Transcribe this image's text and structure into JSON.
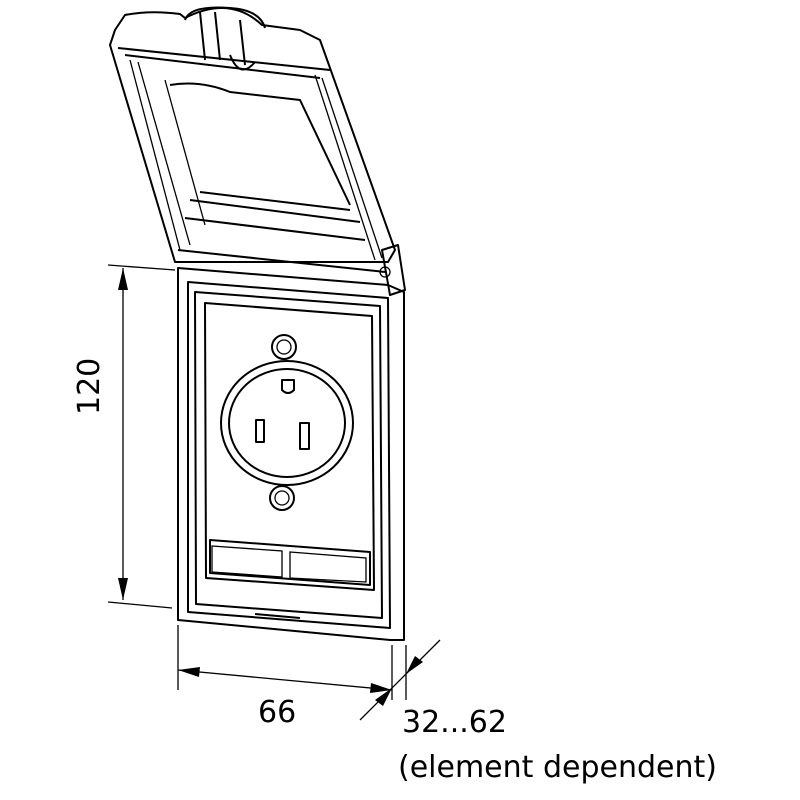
{
  "dimensions": {
    "height": "120",
    "width": "66",
    "depth": "32...62",
    "depth_note": "(element dependent)"
  }
}
